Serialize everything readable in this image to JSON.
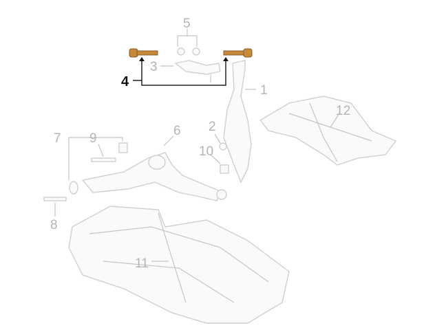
{
  "diagram": {
    "highlight_color": "#c68a3c",
    "callouts": [
      {
        "id": "1",
        "label": "1"
      },
      {
        "id": "2",
        "label": "2"
      },
      {
        "id": "3",
        "label": "3"
      },
      {
        "id": "4",
        "label": "4",
        "highlighted": true
      },
      {
        "id": "5",
        "label": "5"
      },
      {
        "id": "6",
        "label": "6"
      },
      {
        "id": "7",
        "label": "7"
      },
      {
        "id": "8",
        "label": "8"
      },
      {
        "id": "9",
        "label": "9"
      },
      {
        "id": "10",
        "label": "10"
      },
      {
        "id": "11",
        "label": "11"
      },
      {
        "id": "12",
        "label": "12"
      }
    ]
  }
}
